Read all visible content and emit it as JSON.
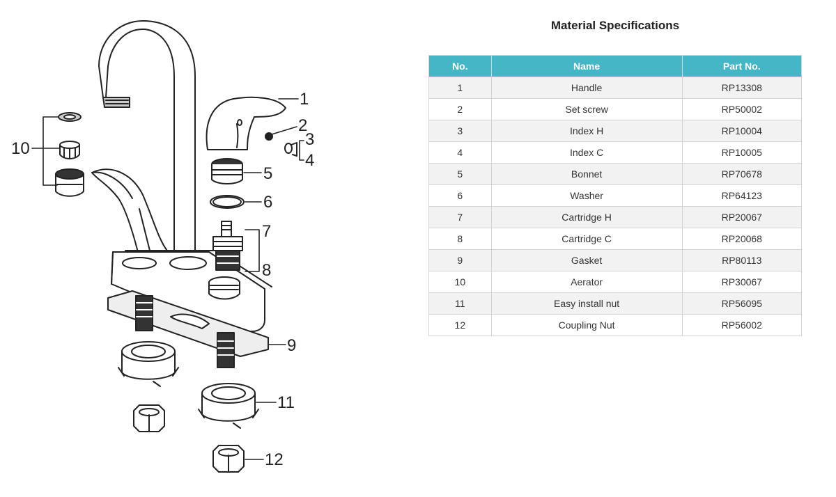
{
  "diagram": {
    "callouts": [
      "1",
      "2",
      "3",
      "4",
      "5",
      "6",
      "7",
      "8",
      "9",
      "10",
      "11",
      "12"
    ]
  },
  "spec": {
    "title": "Material Specifications",
    "headers": {
      "no": "No.",
      "name": "Name",
      "part": "Part No."
    },
    "rows": [
      {
        "no": "1",
        "name": "Handle",
        "part": "RP13308"
      },
      {
        "no": "2",
        "name": "Set screw",
        "part": "RP50002"
      },
      {
        "no": "3",
        "name": "Index H",
        "part": "RP10004"
      },
      {
        "no": "4",
        "name": "Index C",
        "part": "RP10005"
      },
      {
        "no": "5",
        "name": "Bonnet",
        "part": "RP70678"
      },
      {
        "no": "6",
        "name": "Washer",
        "part": "RP64123"
      },
      {
        "no": "7",
        "name": "Cartridge H",
        "part": "RP20067"
      },
      {
        "no": "8",
        "name": "Cartridge C",
        "part": "RP20068"
      },
      {
        "no": "9",
        "name": "Gasket",
        "part": "RP80113"
      },
      {
        "no": "10",
        "name": "Aerator",
        "part": "RP30067"
      },
      {
        "no": "11",
        "name": "Easy install nut",
        "part": "RP56095"
      },
      {
        "no": "12",
        "name": "Coupling Nut",
        "part": "RP56002"
      }
    ]
  },
  "colors": {
    "header_bg": "#45b6c6",
    "header_text": "#ffffff",
    "row_alt": "#f2f2f2"
  }
}
